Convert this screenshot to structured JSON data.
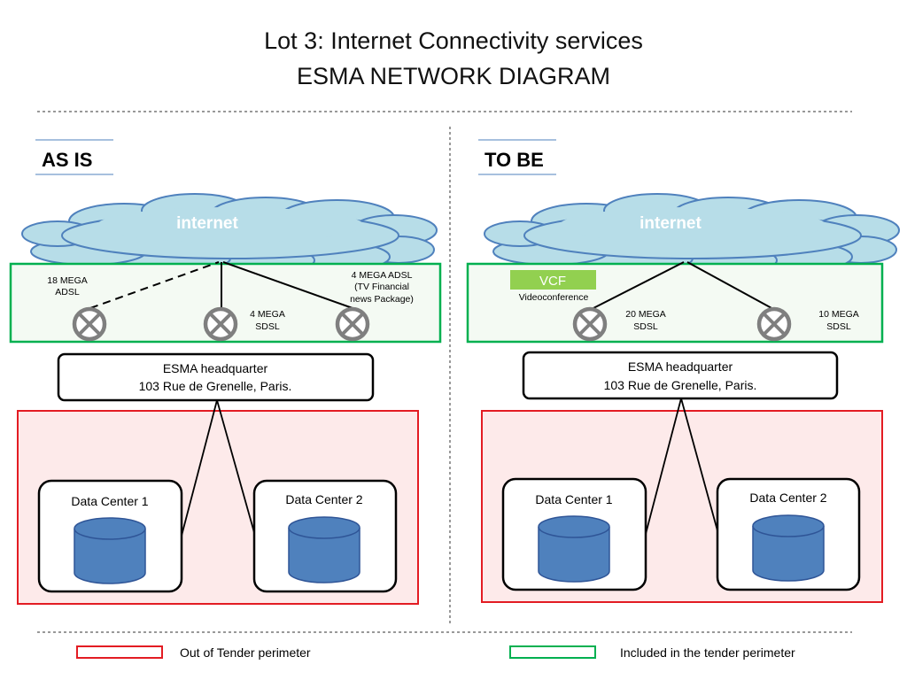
{
  "title": {
    "line1": "Lot 3: Internet Connectivity services",
    "line2": "ESMA NETWORK DIAGRAM"
  },
  "as_is": {
    "heading": "AS IS",
    "cloud_label": "internet",
    "links": [
      {
        "label1": "18 MEGA",
        "label2": "ADSL",
        "label3": ""
      },
      {
        "label1": "4 MEGA",
        "label2": "SDSL",
        "label3": ""
      },
      {
        "label1": "4 MEGA ADSL",
        "label2": "(TV  Financial",
        "label3": "news Package)"
      }
    ],
    "headquarter": {
      "line1": "ESMA headquarter",
      "line2": "103 Rue de Grenelle, Paris."
    },
    "datacenters": [
      "Data Center 1",
      "Data Center 2"
    ]
  },
  "to_be": {
    "heading": "TO BE",
    "cloud_label": "internet",
    "vcf": {
      "label": "VCF",
      "caption": "Videoconference"
    },
    "links": [
      {
        "label1": "20 MEGA",
        "label2": "SDSL"
      },
      {
        "label1": "10 MEGA",
        "label2": "SDSL"
      }
    ],
    "headquarter": {
      "line1": "ESMA headquarter",
      "line2": "103 Rue de Grenelle, Paris."
    },
    "datacenters": [
      "Data Center 1",
      "Data Center 2"
    ]
  },
  "legend": {
    "out_of_scope": "Out of Tender perimeter",
    "in_scope": "Included in the tender perimeter"
  },
  "colors": {
    "cloud_fill": "#b7dde8",
    "cloud_stroke": "#4f81bd",
    "green_border": "#00b050",
    "red_border": "#e31c23",
    "red_fill": "#fdeaea",
    "vcf_fill": "#92d050",
    "db_fill": "#4f81bd",
    "db_stroke": "#2f5597",
    "router_stroke": "#7f7f7f"
  }
}
